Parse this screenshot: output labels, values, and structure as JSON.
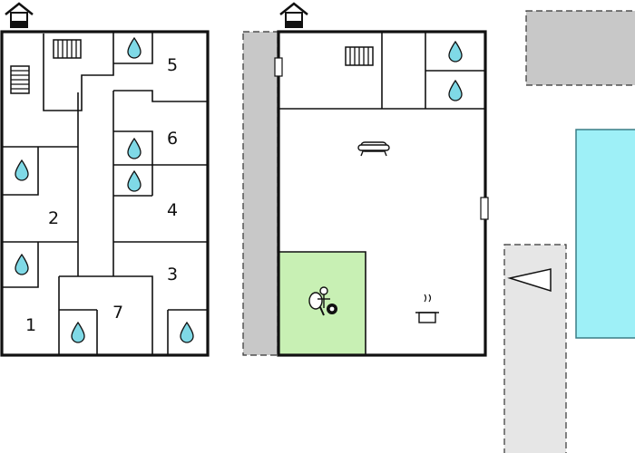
{
  "colors": {
    "wall": "#111111",
    "pool": "#9ef0f7",
    "pool_border": "#3a7d86",
    "terrace": "#c8c8c8",
    "path": "#e6e6e6",
    "games_room": "#c8f0b4",
    "water_drop": "#7fd9e6"
  },
  "floor_left": {
    "icons": [
      "home-icon",
      "stairs-icon",
      "bathroom-drop-icon"
    ],
    "rooms": [
      {
        "id": "bedroom-1",
        "label": "1"
      },
      {
        "id": "bedroom-2",
        "label": "2"
      },
      {
        "id": "bedroom-3",
        "label": "3"
      },
      {
        "id": "bedroom-4",
        "label": "4"
      },
      {
        "id": "bedroom-5",
        "label": "5"
      },
      {
        "id": "bedroom-6",
        "label": "6"
      },
      {
        "id": "bedroom-7",
        "label": "7"
      }
    ]
  },
  "floor_right": {
    "icons": [
      "home-icon",
      "stairs-icon",
      "bathroom-drop-icon",
      "sofa-icon",
      "cooking-pot-icon",
      "table-tennis-icon",
      "billiard-ball-icon"
    ]
  },
  "outdoor": {
    "icons": [
      "pool",
      "parking-triangle-icon",
      "terrace"
    ]
  }
}
